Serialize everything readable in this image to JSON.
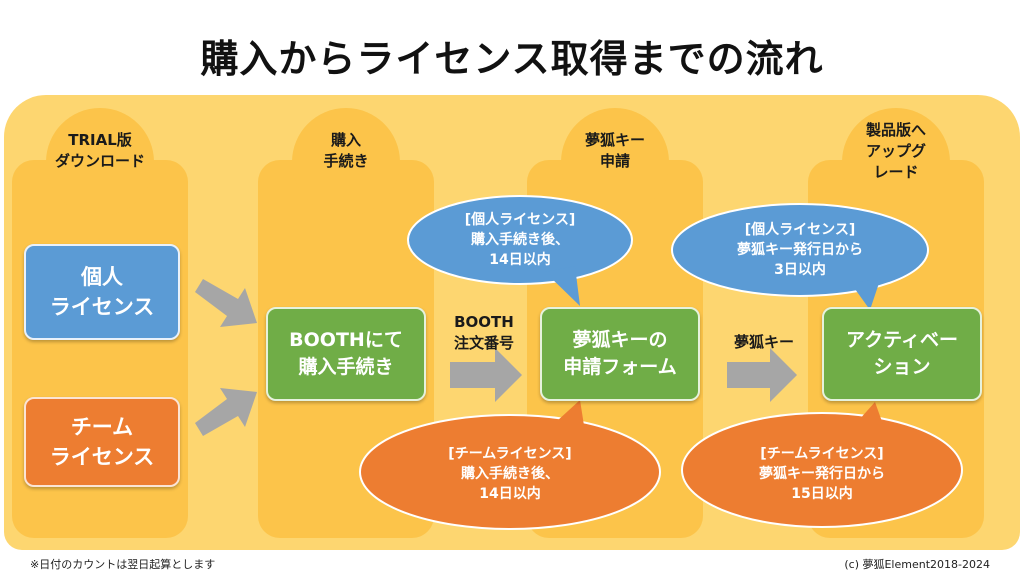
{
  "title": "購入からライセンス取得までの流れ",
  "stages": {
    "trial": [
      "TRIAL版",
      "ダウンロード"
    ],
    "purchase": [
      "購入",
      "手続き"
    ],
    "apply": [
      "夢狐キー",
      "申請"
    ],
    "upgrade": [
      "製品版へ",
      "アップグ",
      "レード"
    ]
  },
  "boxes": {
    "personal": [
      "個人",
      "ライセンス"
    ],
    "team": [
      "チーム",
      "ライセンス"
    ],
    "booth": [
      "BOOTHにて",
      "購入手続き"
    ],
    "form": [
      "夢狐キーの",
      "申請フォーム"
    ],
    "activation": [
      "アクティベー",
      "ション"
    ]
  },
  "arrow_labels": {
    "booth_order": [
      "BOOTH",
      "注文番号"
    ],
    "key": [
      "夢狐キー"
    ]
  },
  "bubbles": {
    "apply_personal": [
      "[個人ライセンス]",
      "購入手続き後、",
      "14日以内"
    ],
    "apply_team": [
      "[チームライセンス]",
      "購入手続き後、",
      "14日以内"
    ],
    "upgrade_personal": [
      "[個人ライセンス]",
      "夢狐キー発行日から",
      "3日以内"
    ],
    "upgrade_team": [
      "[チームライセンス]",
      "夢狐キー発行日から",
      "15日以内"
    ]
  },
  "footer": {
    "note": "※日付のカウントは翌日起算とします",
    "copyright": "(c) 夢狐Element2018-2024"
  },
  "colors": {
    "band": "#fdd670",
    "column": "#fcc44a",
    "blue": "#5b9bd5",
    "orange": "#ed7d31",
    "green": "#70ad47",
    "arrow": "#a6a6a6"
  }
}
